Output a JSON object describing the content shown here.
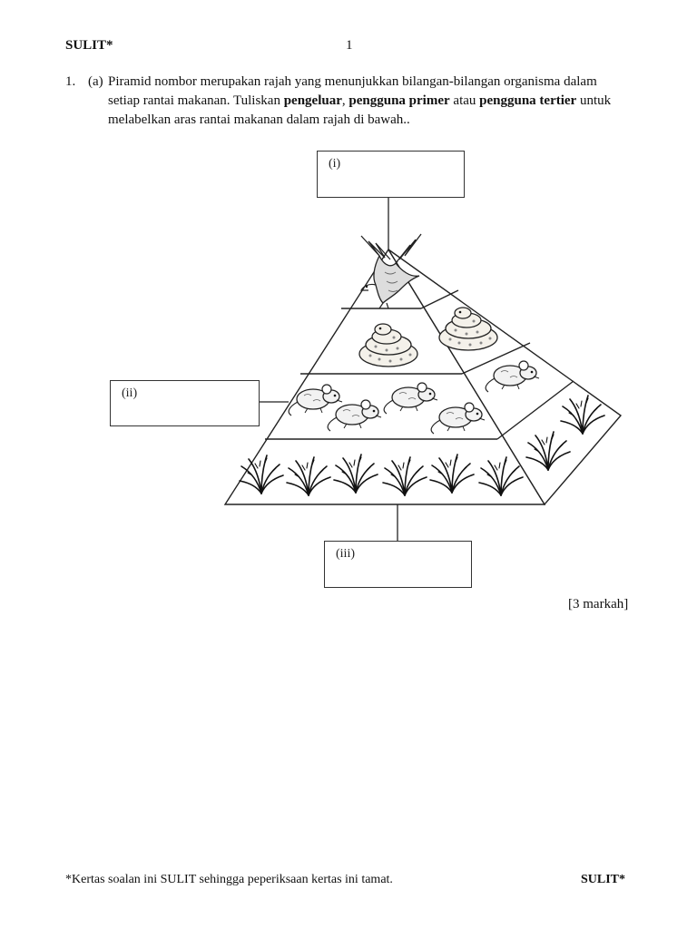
{
  "header": {
    "left": "SULIT*",
    "page_number": "1"
  },
  "question": {
    "number": "1.",
    "part": "(a)",
    "line1": "Piramid nombor merupakan rajah yang menunjukkan bilangan-bilangan organisma dalam",
    "line2_a": "setiap rantai makanan. Tuliskan ",
    "term1": "pengeluar",
    "sep1": ", ",
    "term2": "pengguna primer",
    "sep2": " atau ",
    "term3": "pengguna tertier",
    "line2_b": " untuk",
    "line3": "melabelkan aras rantai makanan dalam rajah di bawah.."
  },
  "diagram": {
    "labels": [
      "(i)",
      "(ii)",
      "(iii)"
    ]
  },
  "marks": "[3 markah]",
  "footer": {
    "note": "*Kertas soalan ini SULIT sehingga peperiksaan kertas ini tamat.",
    "right": "SULIT*"
  },
  "icons": [
    "eagle-icon",
    "snake-icon",
    "mouse-icon",
    "grass-icon"
  ]
}
